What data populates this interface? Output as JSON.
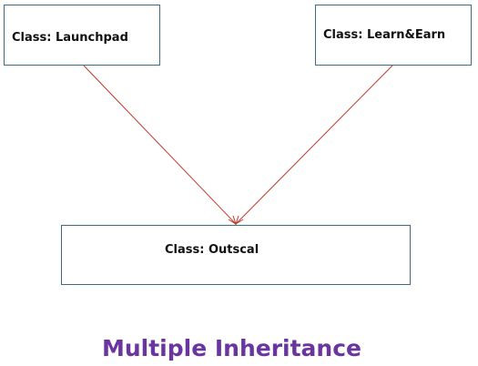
{
  "diagram": {
    "classes": {
      "launchpad": "Class: Launchpad",
      "learnearn": "Class: Learn&Earn",
      "outscal": "Class: Outscal"
    },
    "title": "Multiple Inheritance",
    "arrow_color": "#c0392b",
    "box_border_color": "#3e6b86",
    "title_color": "#6b35a0"
  }
}
